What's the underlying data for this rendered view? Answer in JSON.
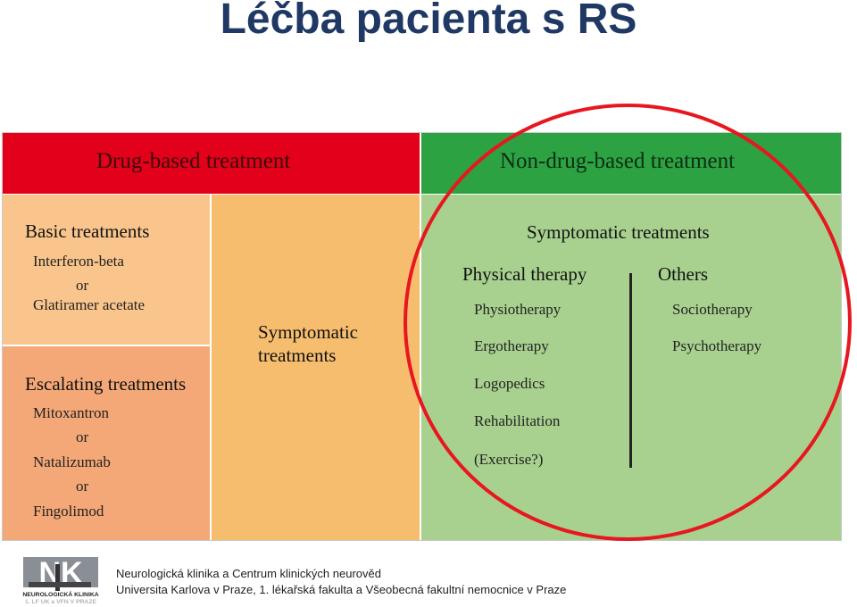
{
  "title": "Léčba pacienta s RS",
  "diagram": {
    "drug_header": "Drug-based treatment",
    "nondrug_header": "Non-drug-based treatment",
    "basic": {
      "title": "Basic treatments",
      "items": [
        "Interferon-beta",
        "or",
        "Glatiramer acetate"
      ]
    },
    "escalating": {
      "title": "Escalating treatments",
      "items": [
        "Mitoxantron",
        "or",
        "Natalizumab",
        "or",
        "Fingolimod"
      ]
    },
    "symptomatic_left": {
      "line1": "Symptomatic",
      "line2": "treatments"
    },
    "symptomatic_right": {
      "title": "Symptomatic treatments",
      "physical": {
        "title": "Physical therapy",
        "items": [
          "Physiotherapy",
          "Ergotherapy",
          "Logopedics",
          "Rehabilitation",
          "(Exercise?)"
        ]
      },
      "others": {
        "title": "Others",
        "items": [
          "Sociotherapy",
          "Psychotherapy"
        ]
      }
    }
  },
  "colors": {
    "drug_header": "#e2001a",
    "nondrug_header": "#2ca243",
    "highlight_circle": "#e8171f",
    "title": "#1f3864"
  },
  "footer": {
    "line1": "Neurologická klinika a Centrum klinických neurověd",
    "line2": "Universita Karlova v Praze, 1. lékařská fakulta a Všeobecná fakultní nemocnice v Praze"
  },
  "logo": {
    "icon": "nk-logo-icon",
    "line1": "NEUROLOGICKÁ KLINIKA",
    "line2": "1. LF UK a VFN V PRAZE"
  }
}
